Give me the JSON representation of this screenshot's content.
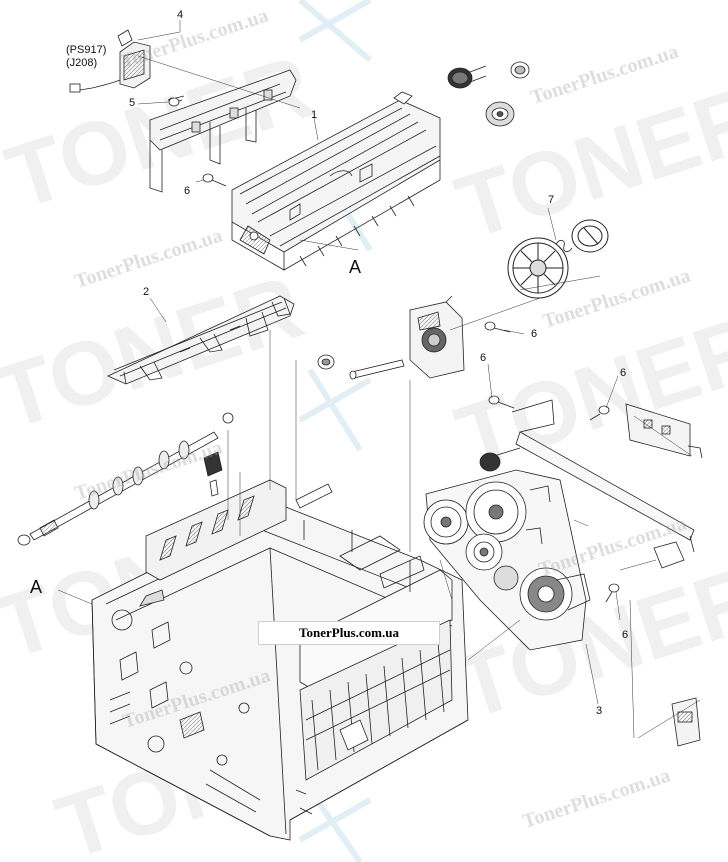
{
  "site_badge": "TonerPlus.com.ua",
  "watermark": {
    "brand": "TONER",
    "site": "TonerPlus.com.ua",
    "site_lower": "TonerPlus.com.ua",
    "color": "#a0a0a0",
    "accent_color": "#b9d6ea"
  },
  "connector_label": {
    "line1": "(PS917)",
    "line2": "(J208)"
  },
  "callouts": {
    "c1": "1",
    "c2": "2",
    "c3": "3",
    "c4": "4",
    "c5": "5",
    "c6a": "6",
    "c6b": "6",
    "c6c": "6",
    "c6d": "6",
    "c6e": "6",
    "c7": "7"
  },
  "section_letters": {
    "top": "A",
    "left": "A"
  }
}
